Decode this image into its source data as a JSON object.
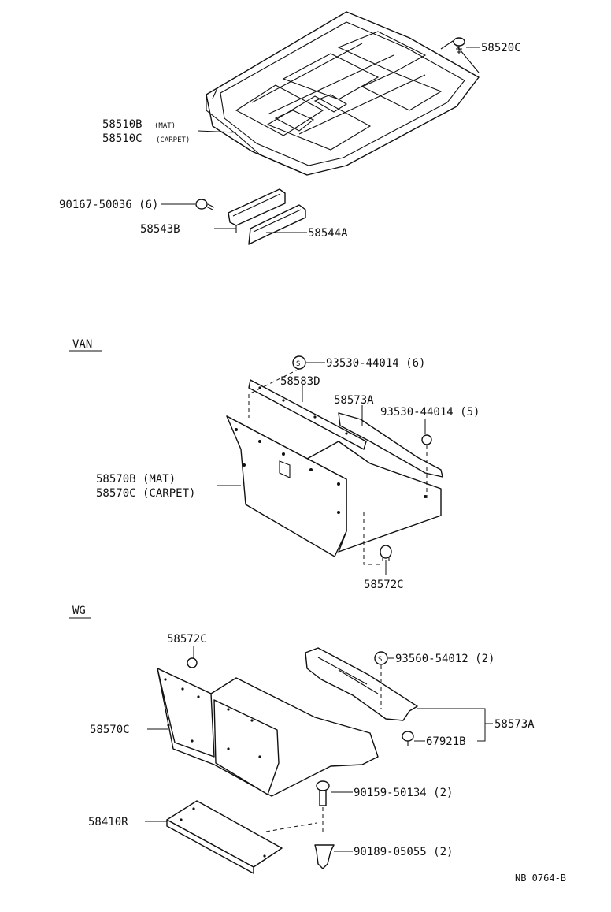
{
  "sections": {
    "van": "VAN",
    "wg": "WG"
  },
  "labels": {
    "p58520C": "58520C",
    "p58510B": "58510B",
    "p58510B_note": "(MAT)",
    "p58510C": "58510C",
    "p58510C_note": "(CARPET)",
    "p90167": "90167-50036 (6)",
    "p58543B": "58543B",
    "p58544A": "58544A",
    "p93530a": "93530-44014 (6)",
    "p58583D": "58583D",
    "p58573A_van": "58573A",
    "p93530b": "93530-44014 (5)",
    "p58570B": "58570B (MAT)",
    "p58570C_van": "58570C (CARPET)",
    "p58572C_van": "58572C",
    "p58572C_wg": "58572C",
    "p93560": "93560-54012 (2)",
    "p58570C_wg": "58570C",
    "p58573A_wg": "58573A",
    "p67921B": "67921B",
    "p90159": "90159-50134 (2)",
    "p58410R": "58410R",
    "p90189": "90189-05055 (2)",
    "s_marker": "S"
  },
  "footer": {
    "code": "NB 0764-B"
  }
}
